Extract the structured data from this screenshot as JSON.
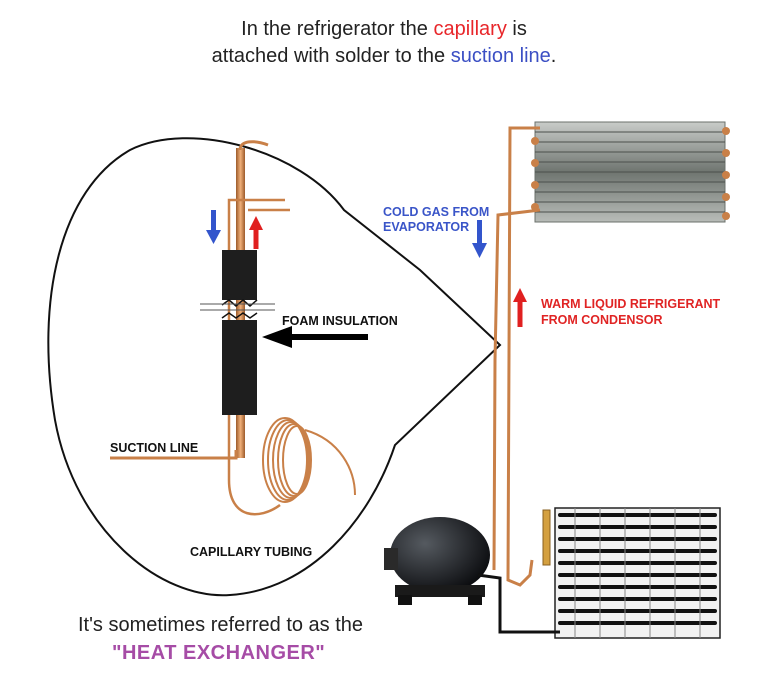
{
  "title": {
    "line1_pre": "In the refrigerator the",
    "line1_capillary": "capillary",
    "line1_post": "is",
    "line2_pre": "attached  with solder  to the",
    "line2_suction": "suction line",
    "line2_post": "."
  },
  "labels": {
    "cold_gas": "COLD GAS FROM",
    "evaporator": "EVAPORATOR",
    "warm_liquid": "WARM LIQUID REFRIGERANT",
    "from_condensor": "FROM CONDENSOR",
    "foam_insulation": "FOAM INSULATION",
    "suction_line": "SUCTION LINE",
    "capillary_tubing": "CAPILLARY TUBING"
  },
  "footer": {
    "line1": "It's sometimes referred to as the",
    "line2": "\"HEAT EXCHANGER\""
  },
  "colors": {
    "capillary_red": "#e8262a",
    "suction_blue": "#3b4fc4",
    "arrow_blue": "#3355cc",
    "arrow_red": "#e02020",
    "label_blue": "#3a55c8",
    "label_red": "#e02424",
    "footer_purple": "#a64ca6",
    "copper": "#c98048"
  }
}
